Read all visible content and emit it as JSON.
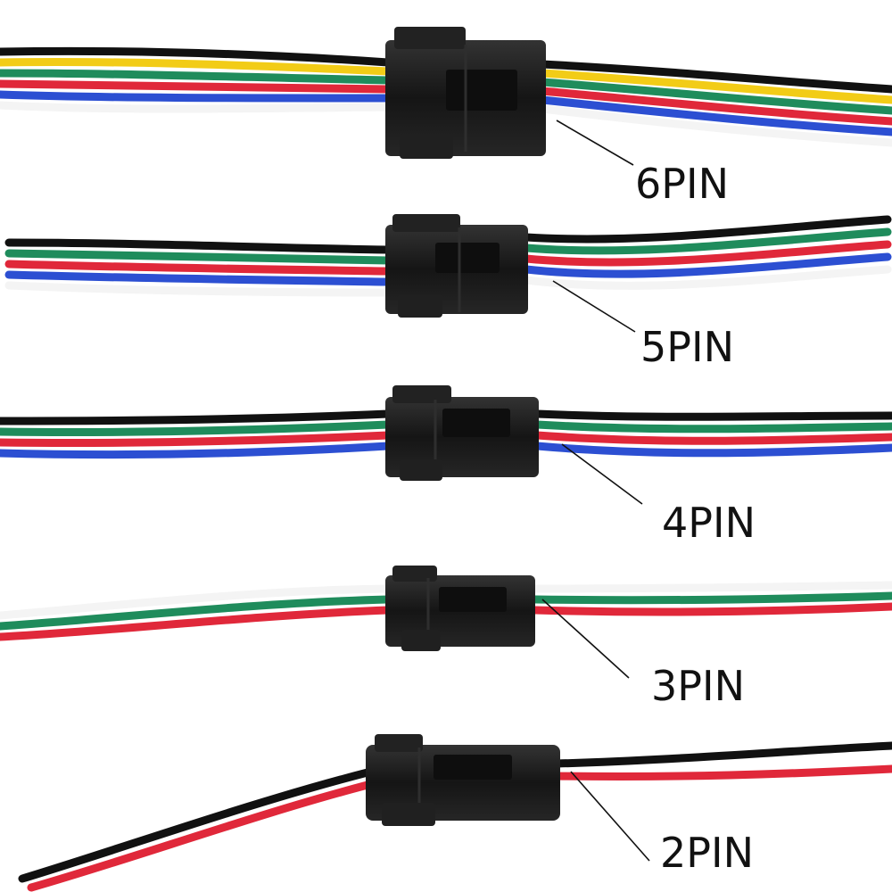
{
  "labels": {
    "pin6": "6PIN",
    "pin5": "5PIN",
    "pin4": "4PIN",
    "pin3": "3PIN",
    "pin2": "2PIN"
  },
  "colors": {
    "black": "#111111",
    "yellow": "#f2cc17",
    "green": "#1f8c5c",
    "red": "#e0283a",
    "blue": "#2c4fd2",
    "white": "#f7f7f7",
    "connector": "#1a1a1a"
  }
}
